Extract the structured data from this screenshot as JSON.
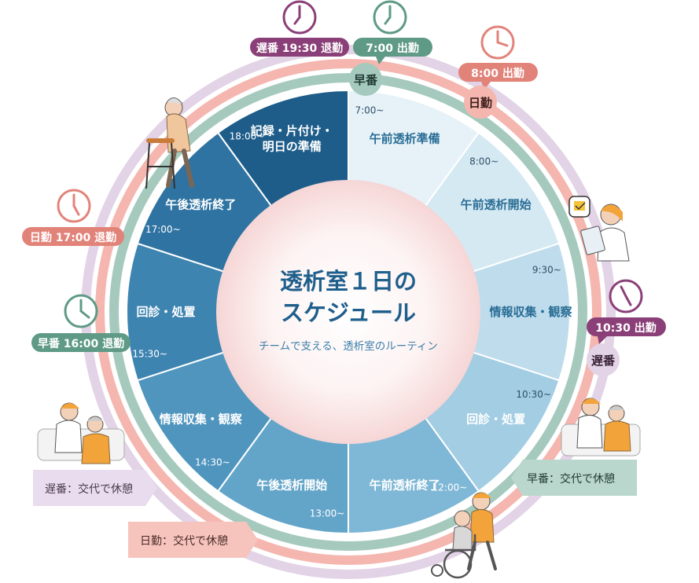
{
  "center": {
    "title_line1": "透析室１日の",
    "title_line2": "スケジュール",
    "subtitle": "チームで支える、透析室のルーティン"
  },
  "segments": [
    {
      "label": [
        "午前透析準備"
      ],
      "time": "7:00~",
      "color": "#e6f2f8",
      "text": "#2a6e95"
    },
    {
      "label": [
        "午前透析開始"
      ],
      "time": "8:00~",
      "color": "#d5e9f3",
      "text": "#2a6e95"
    },
    {
      "label": [
        "情報収集・観察"
      ],
      "time": "9:30~",
      "color": "#bedcec",
      "text": "#2a6e95"
    },
    {
      "label": [
        "回診・処置"
      ],
      "time": "10:30~",
      "color": "#a2cde3",
      "text": "#ffffff"
    },
    {
      "label": [
        "午前透析終了"
      ],
      "time": "12:00~",
      "color": "#7fb8d6",
      "text": "#ffffff"
    },
    {
      "label": [
        "午後透析開始"
      ],
      "time": "13:00~",
      "color": "#63a5c9",
      "text": "#ffffff"
    },
    {
      "label": [
        "情報収集・観察"
      ],
      "time": "14:30~",
      "color": "#4f95be",
      "text": "#ffffff"
    },
    {
      "label": [
        "回診・処置"
      ],
      "time": "15:30~",
      "color": "#3e84b1",
      "text": "#ffffff"
    },
    {
      "label": [
        "午後透析終了"
      ],
      "time": "17:00~",
      "color": "#2f73a2",
      "text": "#ffffff"
    },
    {
      "label": [
        "記録・片付け・",
        "明日の準備"
      ],
      "time": "18:00~",
      "color": "#1e5d8a",
      "text": "#ffffff"
    }
  ],
  "shifts": {
    "early": {
      "name": "早番",
      "start": "7:00 出勤",
      "end": "早番 16:00 退勤",
      "break": "早番：交代で休憩",
      "color": "#8fbfae"
    },
    "day": {
      "name": "日勤",
      "start": "8:00 出勤",
      "end": "日勤 17:00 退勤",
      "break": "日勤：交代で休憩",
      "color": "#f0a59c"
    },
    "late": {
      "name": "遅番",
      "start": "10:30 出勤",
      "end": "遅番 19:30 退勤",
      "break": "遅番：交代で休憩",
      "color": "#d9c6de"
    }
  },
  "colors": {
    "early_dark": "#5e9a86",
    "day_dark": "#e2837a",
    "late_dark": "#8b3f78",
    "title": "#1f5f8c"
  },
  "icons": [
    "clock-icon",
    "walker-elderly-icon",
    "nurse-clipboard-icon",
    "nurse-patient-icon",
    "wheelchair-icon"
  ]
}
